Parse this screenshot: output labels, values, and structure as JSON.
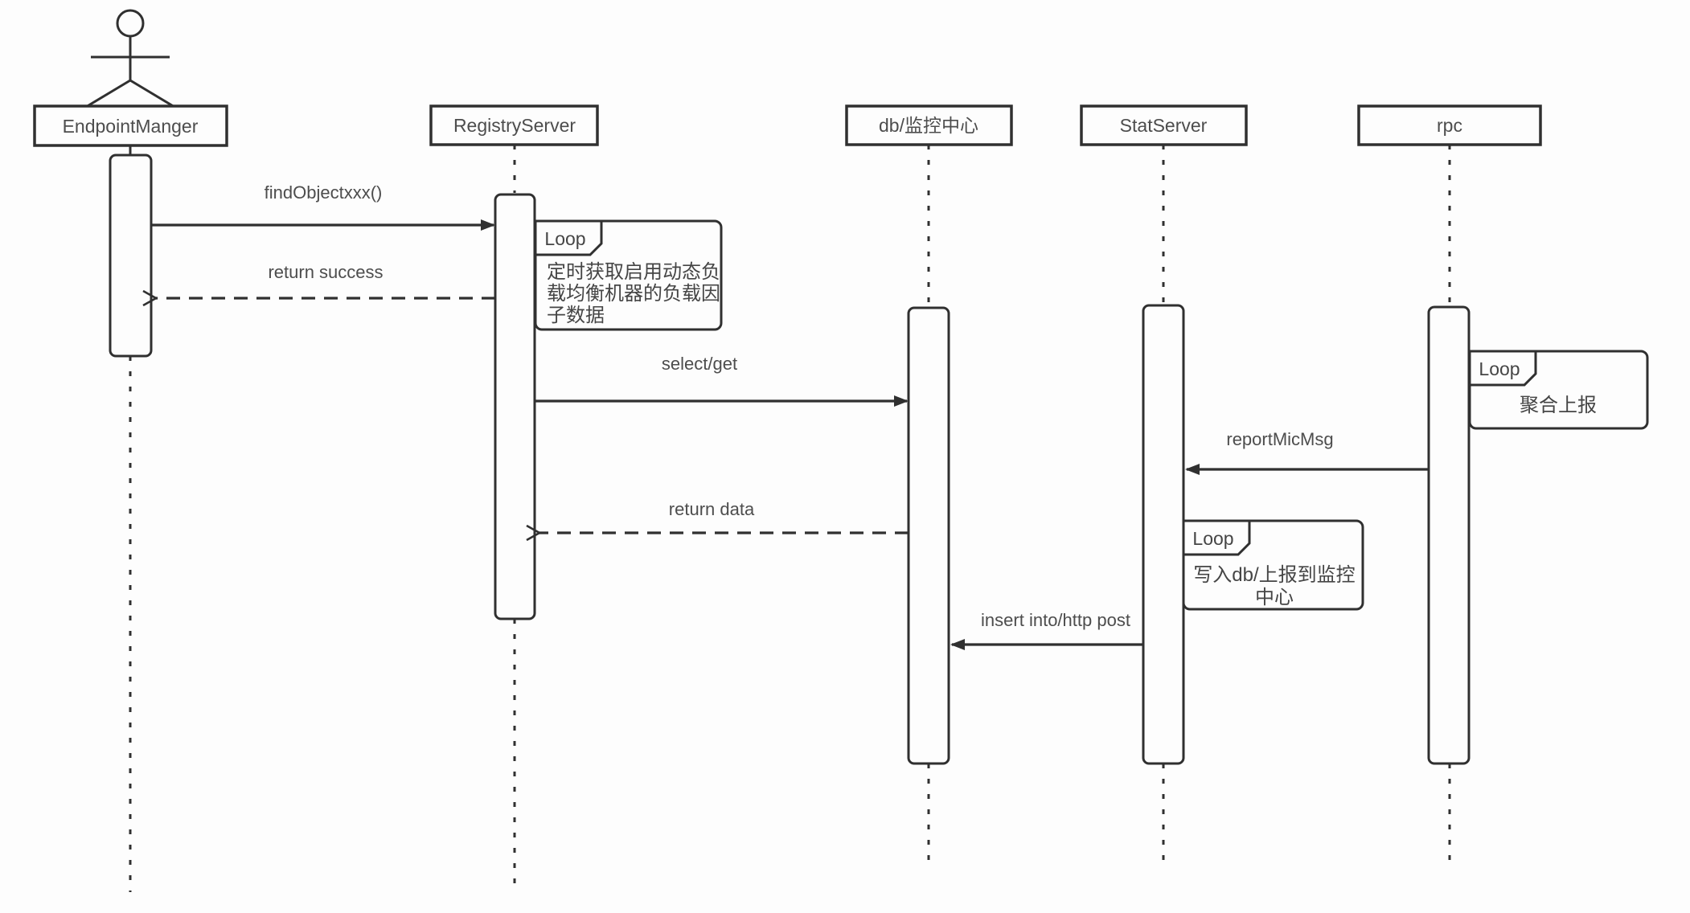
{
  "colors": {
    "line": "#303030",
    "text": "#4d4d4d",
    "background": "#fdfdfd"
  },
  "diagram": {
    "kind": "uml-sequence-diagram",
    "lifelines": [
      {
        "label": "EndpointManger",
        "type": "actor"
      },
      {
        "label": "RegistryServer",
        "type": "participant"
      },
      {
        "label": "db/监控中心",
        "type": "participant"
      },
      {
        "label": "StatServer",
        "type": "participant"
      },
      {
        "label": "rpc",
        "type": "participant"
      }
    ],
    "messages": [
      {
        "label": "findObjectxxx()",
        "from": "EndpointManger",
        "to": "RegistryServer",
        "style": "solid"
      },
      {
        "label": "return success",
        "from": "RegistryServer",
        "to": "EndpointManger",
        "style": "dashed"
      },
      {
        "label": "select/get",
        "from": "RegistryServer",
        "to": "db/监控中心",
        "style": "solid"
      },
      {
        "label": "return data",
        "from": "db/监控中心",
        "to": "RegistryServer",
        "style": "dashed"
      },
      {
        "label": "reportMicMsg",
        "from": "rpc",
        "to": "StatServer",
        "style": "solid"
      },
      {
        "label": "insert into/http post",
        "from": "StatServer",
        "to": "db/监控中心",
        "style": "solid"
      }
    ],
    "fragments": [
      {
        "tab": "Loop",
        "attached_to": "RegistryServer",
        "lines": [
          "定时获取启用动态负",
          "载均衡机器的负载因",
          "子数据"
        ]
      },
      {
        "tab": "Loop",
        "attached_to": "rpc",
        "lines": [
          "聚合上报"
        ]
      },
      {
        "tab": "Loop",
        "attached_to": "StatServer",
        "lines": [
          "写入db/上报到监控",
          "中心"
        ]
      }
    ]
  }
}
